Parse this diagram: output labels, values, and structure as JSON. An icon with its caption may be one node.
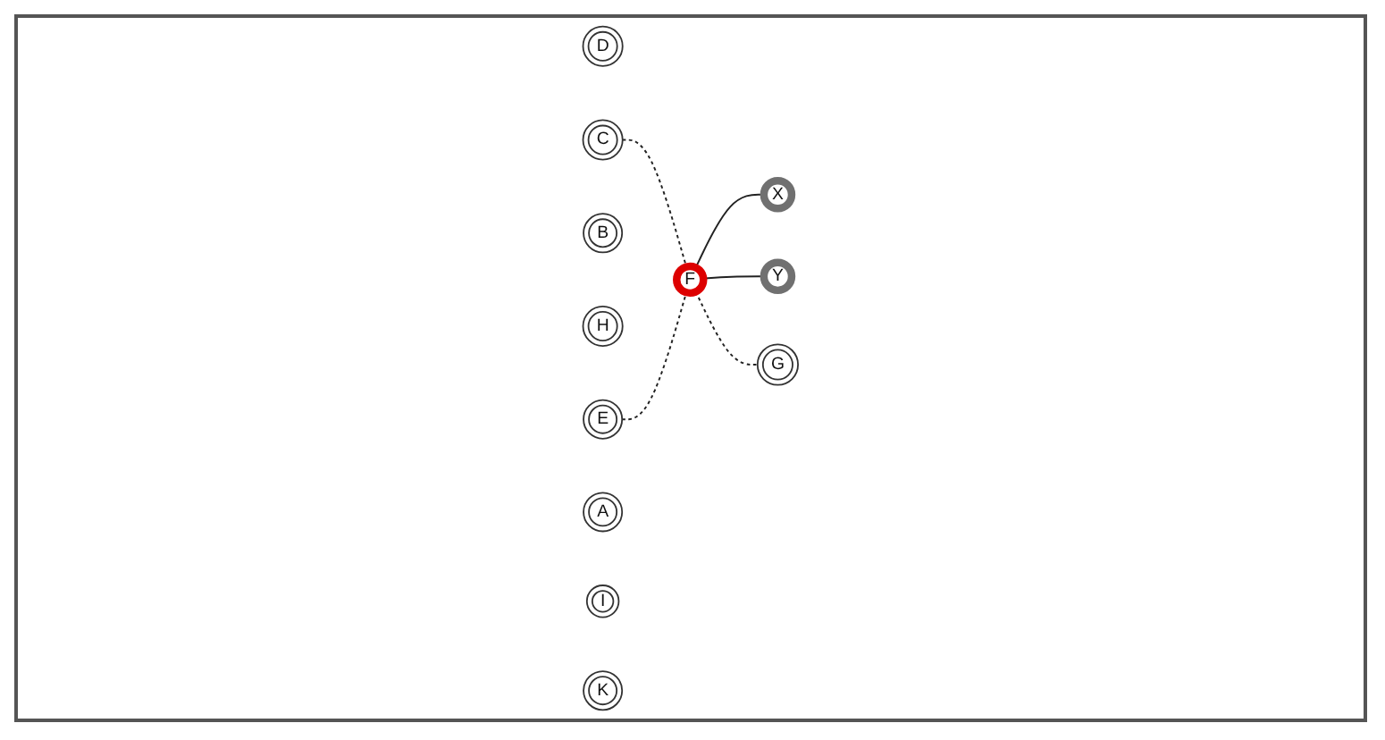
{
  "diagram": {
    "nodes": [
      {
        "text": [
          "D"
        ]
      },
      {
        "text": [
          "E"
        ]
      },
      {
        "text": [
          "X"
        ]
      },
      {
        "text": [
          "B"
        ]
      },
      {
        "text": [
          "H"
        ]
      },
      {
        "text": [
          "C"
        ]
      },
      {
        "text": [
          "F"
        ]
      },
      {
        "text": [
          "Y"
        ]
      },
      {
        "text": [
          "A"
        ]
      },
      {
        "text": [
          "I"
        ]
      },
      {
        "text": [
          "K"
        ]
      },
      {
        "text": [
          "G"
        ]
      }
    ],
    "edges": [
      {
        "from": 5,
        "to": 6,
        "arrow": "none",
        "style": "dashed"
      },
      {
        "from": 1,
        "to": 6,
        "arrow": "none",
        "style": "dashed"
      },
      {
        "from": 6,
        "to": 2,
        "arrow": "none"
      },
      {
        "from": 6,
        "to": 7,
        "arrow": "none"
      },
      {
        "from": 6,
        "to": 11,
        "arrow": "none",
        "style": "dashed"
      }
    ]
  }
}
